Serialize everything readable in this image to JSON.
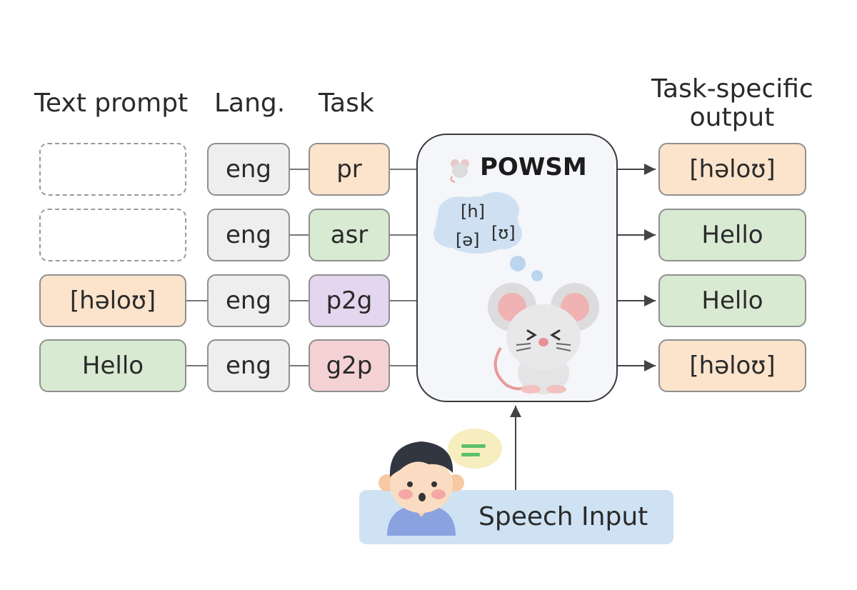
{
  "headers": {
    "text_prompt": "Text prompt",
    "lang": "Lang.",
    "task": "Task",
    "output_line1": "Task-specific",
    "output_line2": "output"
  },
  "rows": [
    {
      "prompt": "",
      "lang": "eng",
      "task": "pr",
      "output": "[həloʊ]"
    },
    {
      "prompt": "",
      "lang": "eng",
      "task": "asr",
      "output": "Hello"
    },
    {
      "prompt": "[həloʊ]",
      "lang": "eng",
      "task": "p2g",
      "output": "Hello"
    },
    {
      "prompt": "Hello",
      "lang": "eng",
      "task": "g2p",
      "output": "[həloʊ]"
    }
  ],
  "model": {
    "name": "POWSM",
    "thought_phones": [
      "[h]",
      "[ə]",
      "[ʊ]"
    ]
  },
  "speech": {
    "label": "Speech Input"
  },
  "colors": {
    "phonetic": "#fbe3cc",
    "text": "#d8ead2",
    "lang": "#eeeeee",
    "p2g": "#e3d6ee",
    "g2p": "#f4d2d4",
    "speech": "#cfe2f3"
  }
}
